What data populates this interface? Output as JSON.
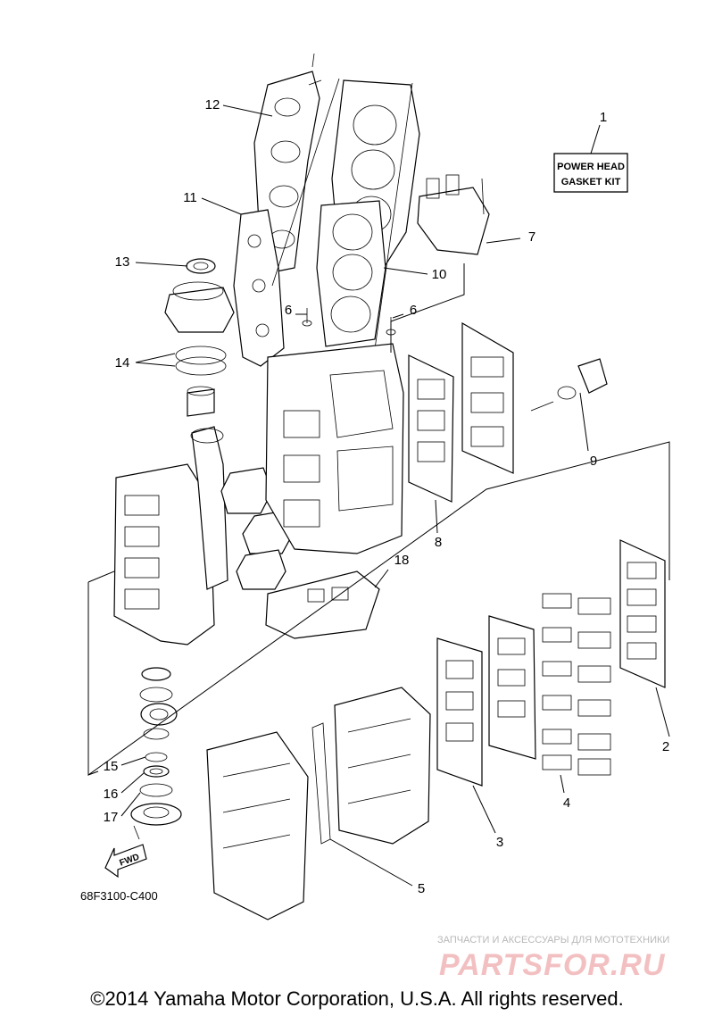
{
  "diagram": {
    "callouts": [
      {
        "id": "1",
        "label": "1"
      },
      {
        "id": "2",
        "label": "2"
      },
      {
        "id": "3",
        "label": "3"
      },
      {
        "id": "4",
        "label": "4"
      },
      {
        "id": "5",
        "label": "5"
      },
      {
        "id": "6a",
        "label": "6"
      },
      {
        "id": "6b",
        "label": "6"
      },
      {
        "id": "7",
        "label": "7"
      },
      {
        "id": "8",
        "label": "8"
      },
      {
        "id": "9",
        "label": "9"
      },
      {
        "id": "10",
        "label": "10"
      },
      {
        "id": "11",
        "label": "11"
      },
      {
        "id": "12",
        "label": "12"
      },
      {
        "id": "13",
        "label": "13"
      },
      {
        "id": "14",
        "label": "14"
      },
      {
        "id": "15",
        "label": "15"
      },
      {
        "id": "16",
        "label": "16"
      },
      {
        "id": "17",
        "label": "17"
      },
      {
        "id": "18",
        "label": "18"
      }
    ],
    "kit_box": {
      "line1": "POWER HEAD",
      "line2": "GASKET KIT"
    },
    "fwd_label": "FWD",
    "part_code": "68F3100-C400"
  },
  "watermark": {
    "tagline": "ЗАПЧАСТИ И АКСЕССУАРЫ ДЛЯ МОТОТЕХНИКИ",
    "logo": "PARTSFOR.RU"
  },
  "footer": {
    "copyright": "©2014 Yamaha Motor Corporation, U.S.A. All rights reserved."
  }
}
